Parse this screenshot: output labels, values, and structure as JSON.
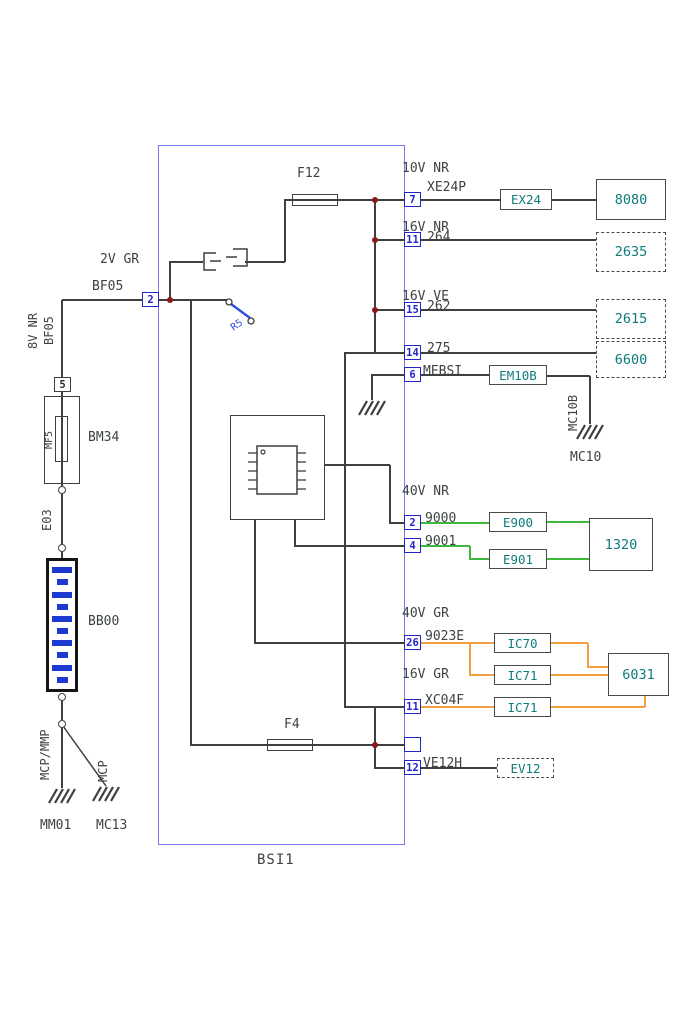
{
  "bsi_label": "BSI1",
  "fuses": {
    "f12": "F12",
    "f4": "F4"
  },
  "relay": {
    "r5": "R5"
  },
  "left": {
    "conn_color": "2V GR",
    "conn_code": "BF05",
    "pin": "2",
    "wire_color_v": "8V NR",
    "wire_code_v": "BF05",
    "conn5": "5",
    "maxifuse": "MF5",
    "fusebox": "BM34",
    "conn_e03": "E03",
    "battery": "BB00",
    "mcp_mmp": "MCP/MMP",
    "mcp": "MCP"
  },
  "rows": [
    {
      "pin": "7",
      "group": "10V NR",
      "code": "XE24P"
    },
    {
      "pin": "11",
      "group": "16V NR",
      "code": "264"
    },
    {
      "pin": "15",
      "group": "16V VE",
      "code": "262"
    },
    {
      "pin": "14",
      "group": "",
      "code": "275"
    },
    {
      "pin": "6",
      "group": "",
      "code": "MEBSI"
    },
    {
      "pin": "2",
      "group": "40V NR",
      "code": "9000"
    },
    {
      "pin": "4",
      "group": "",
      "code": "9001"
    },
    {
      "pin": "26",
      "group": "40V GR",
      "code": "9023E"
    },
    {
      "pin": "11",
      "group": "16V GR",
      "code": "XC04F"
    },
    {
      "pin": "",
      "group": "",
      "code": ""
    },
    {
      "pin": "12",
      "group": "",
      "code": "VE12H"
    }
  ],
  "components": {
    "ex24": "EX24",
    "unit_8080": "8080",
    "unit_2635": "2635",
    "unit_2615": "2615",
    "unit_6600": "6600",
    "em10b": "EM10B",
    "e900": "E900",
    "e901": "E901",
    "unit_1320": "1320",
    "ic70": "IC70",
    "ic71_a": "IC71",
    "ic71_b": "IC71",
    "unit_6031": "6031",
    "ev12": "EV12"
  },
  "grounds": {
    "mc10b": "MC10B",
    "mc10": "MC10",
    "mm01": "MM01",
    "mc13": "MC13"
  },
  "colors": {
    "wire": "#3f3f3f",
    "green": "#3fb83f",
    "orange": "#f0a040",
    "pin_blue": "#2424cc",
    "component_teal": "#0f7b7b",
    "junction_red": "#8b1717",
    "bsi_border": "#7a7ae8"
  }
}
